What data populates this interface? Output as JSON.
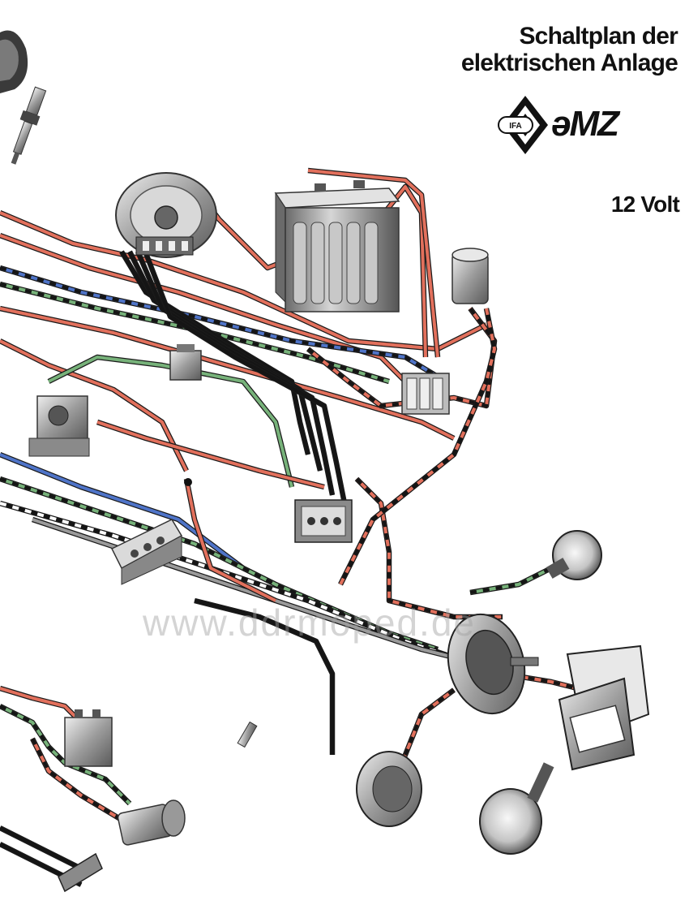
{
  "title": {
    "line1": "Schaltplan der",
    "line2": "elektrischen Anlage"
  },
  "logo": {
    "ifa": "IFA",
    "brand": "əMZ"
  },
  "voltage": "12 Volt",
  "watermark": "www.ddrmoped.de",
  "colors": {
    "black": "#151515",
    "red": "#e2705c",
    "blue": "#4f74c8",
    "green": "#77b27a",
    "gray": "#9a9a9a",
    "white": "#ffffff",
    "metal": "#b5b5b5"
  },
  "icons": [
    "ignition-coil-icon",
    "alternator-icon",
    "battery-icon",
    "capacitor-icon",
    "relay-icon",
    "terminal-block-icon",
    "headlight-icon",
    "speedometer-icon",
    "taillight-icon",
    "turn-signal-icon",
    "spark-plug-icon",
    "horn-icon",
    "switch-icon"
  ]
}
